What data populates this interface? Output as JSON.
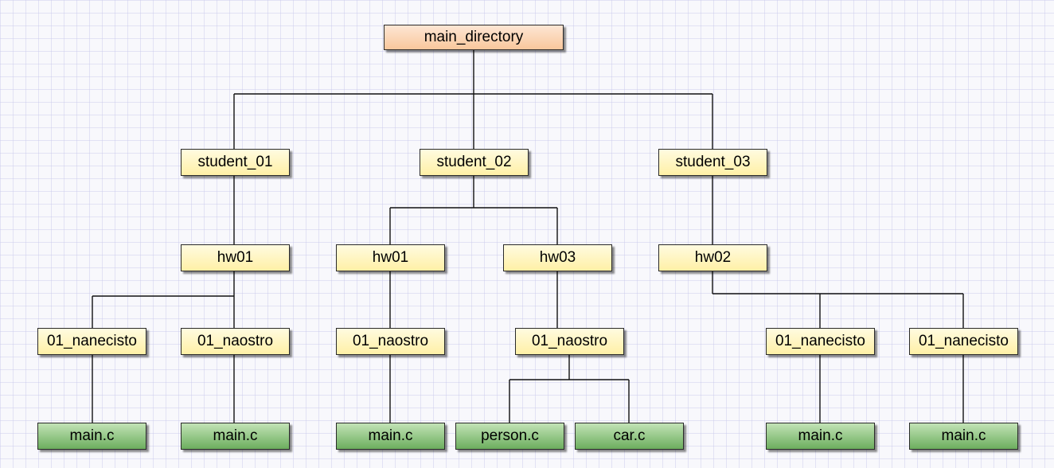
{
  "diagram": {
    "colors": {
      "root_fill": "#f9c79c",
      "folder_fill": "#fff0a6",
      "file_fill": "#6cae5e",
      "border": "#2a2a2a",
      "connector": "#111111",
      "grid": "#c8c8eb"
    },
    "root": {
      "label": "main_directory"
    },
    "students": [
      {
        "label": "student_01",
        "homeworks": [
          {
            "label": "hw01",
            "folders": [
              {
                "label": "01_nanecisto",
                "files": [
                  "main.c"
                ]
              },
              {
                "label": "01_naostro",
                "files": [
                  "main.c"
                ]
              }
            ]
          }
        ]
      },
      {
        "label": "student_02",
        "homeworks": [
          {
            "label": "hw01",
            "folders": [
              {
                "label": "01_naostro",
                "files": [
                  "main.c"
                ]
              }
            ]
          },
          {
            "label": "hw03",
            "folders": [
              {
                "label": "01_naostro",
                "files": [
                  "person.c",
                  "car.c"
                ]
              }
            ]
          }
        ]
      },
      {
        "label": "student_03",
        "homeworks": [
          {
            "label": "hw02",
            "folders": [
              {
                "label": "01_nanecisto",
                "files": [
                  "main.c"
                ]
              },
              {
                "label": "01_nanecisto",
                "files": [
                  "main.c"
                ]
              }
            ]
          }
        ]
      }
    ]
  }
}
